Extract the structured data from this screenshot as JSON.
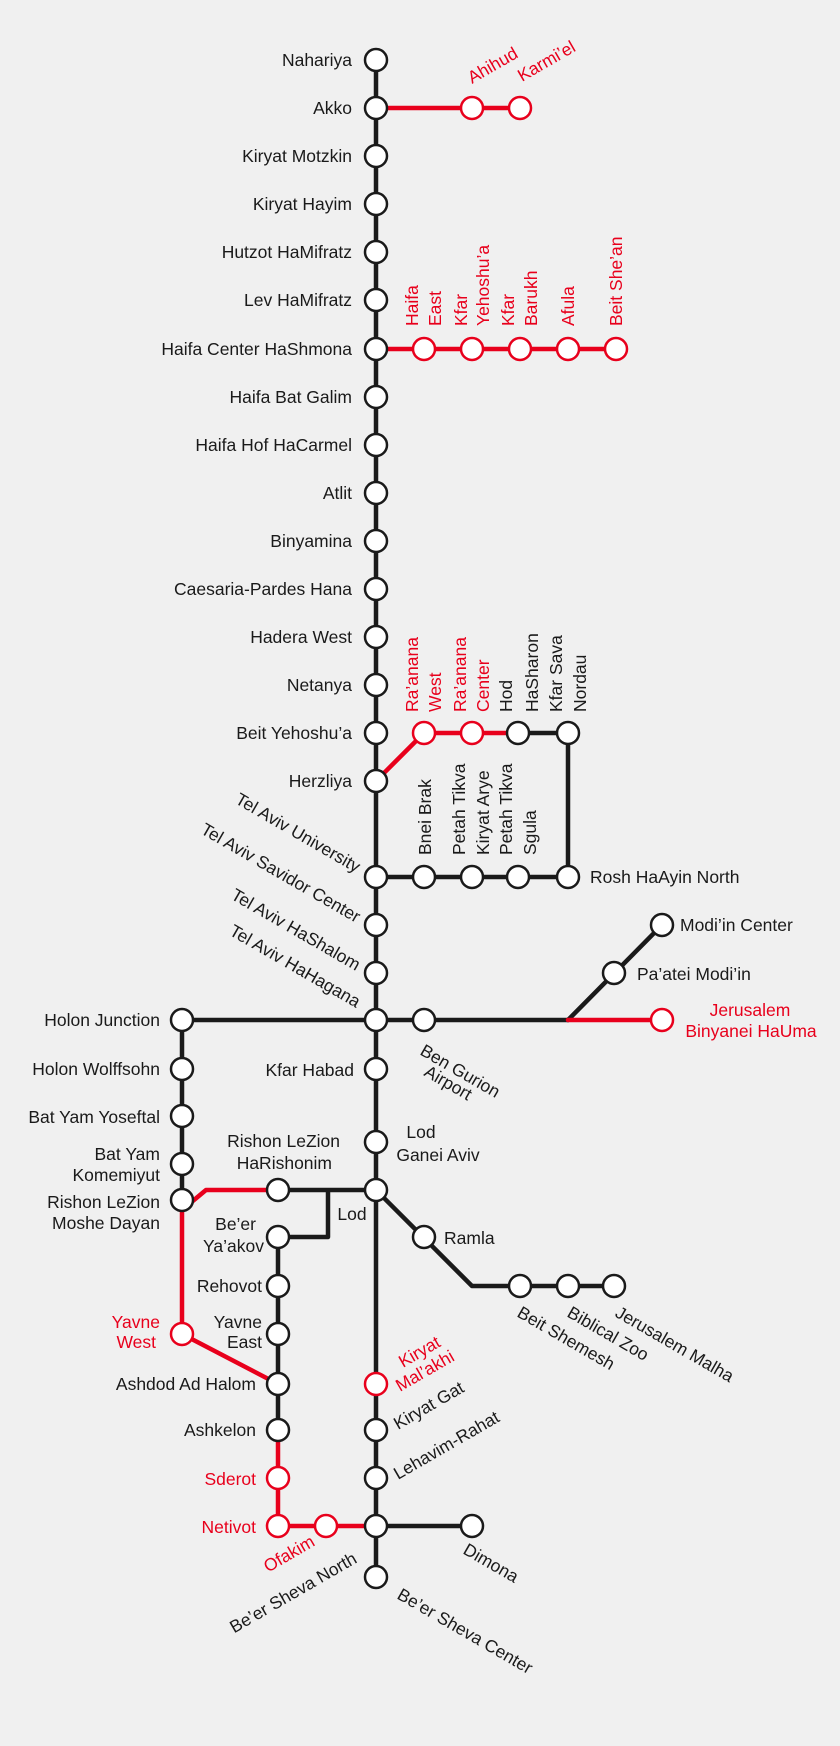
{
  "colors": {
    "active": "#1a1a1a",
    "planned": "#e8001c",
    "background": "#f0f0f0"
  },
  "stations": {
    "nahariya": "Nahariya",
    "akko": "Akko",
    "ahihud": "Ahihud",
    "karmiel": "Karmi’el",
    "kiryat_motzkin": "Kiryat Motzkin",
    "kiryat_hayim": "Kiryat Hayim",
    "hutzot_hamifratz": "Hutzot HaMifratz",
    "lev_hamifratz": "Lev HaMifratz",
    "haifa_center": "Haifa Center HaShmona",
    "haifa_east": [
      "Haifa",
      "East"
    ],
    "kfar_yehoshua": [
      "Kfar",
      "Yehoshu’a"
    ],
    "kfar_barukh": [
      "Kfar",
      "Barukh"
    ],
    "afula": "Afula",
    "beit_shean": "Beit She’an",
    "haifa_bat_galim": "Haifa Bat Galim",
    "haifa_hof_hacarmel": "Haifa Hof HaCarmel",
    "atlit": "Atlit",
    "binyamina": "Binyamina",
    "caesaria": "Caesaria-Pardes Hana",
    "hadera_west": "Hadera West",
    "netanya": "Netanya",
    "beit_yehoshua": "Beit Yehoshu’a",
    "herzliya": "Herzliya",
    "raanana_west": [
      "Ra’anana",
      "West"
    ],
    "raanana_center": [
      "Ra’anana",
      "Center"
    ],
    "hod_hasharon": [
      "Hod",
      "HaSharon"
    ],
    "kfar_sava": [
      "Kfar Sava",
      "Nordau"
    ],
    "bnei_brak": "Bnei Brak",
    "petah_tikva_kiryat_arye": [
      "Petah Tikva",
      "Kiryat Arye"
    ],
    "petah_tikva_sgula": [
      "Petah Tikva",
      "Sgula"
    ],
    "rosh_haayin": "Rosh HaAyin North",
    "ta_university": "Tel Aviv University",
    "ta_savidor": "Tel Aviv Savidor Center",
    "ta_hashalom": "Tel Aviv HaShalom",
    "ta_hahagana": "Tel Aviv HaHagana",
    "modiin_center": "Modi’in Center",
    "paatei_modiin": "Pa’atei Modi’in",
    "jerusalem_binyanei": [
      "Jerusalem",
      "Binyanei HaUma"
    ],
    "holon_junction": "Holon Junction",
    "ben_gurion": [
      "Ben Gurion",
      "Airport"
    ],
    "holon_wolffsohn": "Holon Wolffsohn",
    "kfar_habad": "Kfar Habad",
    "bat_yam_yoseftal": "Bat Yam Yoseftal",
    "bat_yam_komemiyut": [
      "Bat Yam",
      "Komemiyut"
    ],
    "lod_ganei_aviv": [
      "Lod",
      "Ganei Aviv"
    ],
    "rishon_harishonim": [
      "Rishon LeZion",
      "HaRishonim"
    ],
    "rishon_moshe_dayan": [
      "Rishon LeZion",
      "Moshe Dayan"
    ],
    "lod": "Lod",
    "beer_yaakov": [
      "Be’er",
      "Ya’akov"
    ],
    "ramla": "Ramla",
    "rehovot": "Rehovot",
    "yavne_west": [
      "Yavne",
      "West"
    ],
    "yavne_east": [
      "Yavne",
      "East"
    ],
    "beit_shemesh": "Beit Shemesh",
    "biblical_zoo": "Biblical Zoo",
    "jerusalem_malha": "Jerusalem Malha",
    "kiryat_malakhi": [
      "Kiryat",
      "Mal’akhi"
    ],
    "ashdod": "Ashdod Ad Halom",
    "kiryat_gat": "Kiryat Gat",
    "ashkelon": "Ashkelon",
    "lehavim": "Lehavim-Rahat",
    "sderot": "Sderot",
    "netivot": "Netivot",
    "ofakim": "Ofakim",
    "dimona": "Dimona",
    "beer_sheva_north": "Be’er Sheva North",
    "beer_sheva_center": "Be’er Sheva Center"
  }
}
